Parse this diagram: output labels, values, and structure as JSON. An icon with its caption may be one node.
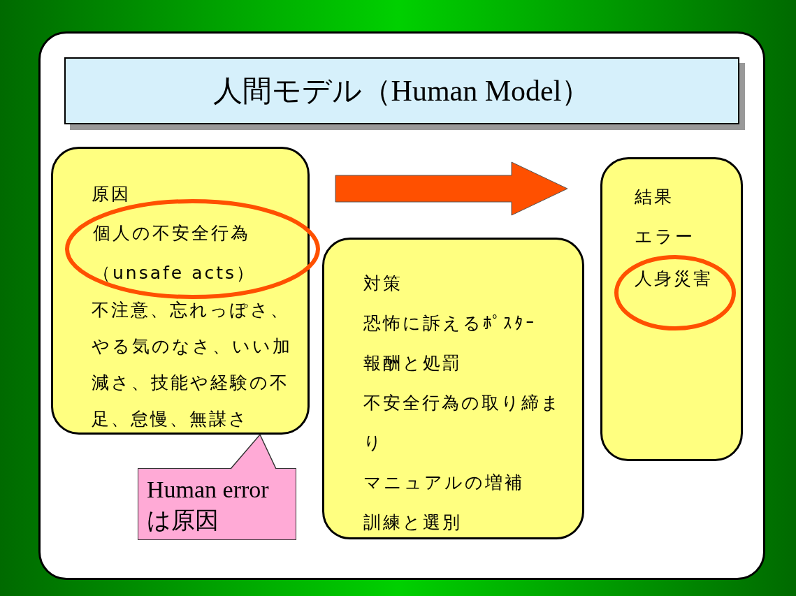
{
  "diagram": {
    "title": "人間モデル（Human Model）",
    "nodes": [
      {
        "text": [
          "原因",
          "不注意、忘れっぽさ、やる気のなさ、いい加減さ、技能や経験の不足、怠慢、無謀さ"
        ]
      },
      {
        "text": [
          "個人の不安全行為（unsafe acts）"
        ],
        "in": 0
      },
      {
        "text": [
          "対策",
          "恐怖に訴えるﾎﾟｽﾀｰ",
          "報酬と処罰",
          "不安全行為の取り締まり",
          "マニュアルの増補",
          "訓練と選別"
        ]
      },
      {
        "text": [
          "結果",
          "エラー"
        ]
      },
      {
        "text": [
          "人身災害"
        ],
        "in": 3
      },
      {
        "text": [
          "Human error は原因"
        ]
      }
    ],
    "edges": [
      {
        "from": 0,
        "to": 3,
        "arrow": "to",
        "style": "thick",
        "color": "#ff5000"
      },
      {
        "from": 5,
        "to": 0,
        "arrow": "to"
      }
    ]
  }
}
